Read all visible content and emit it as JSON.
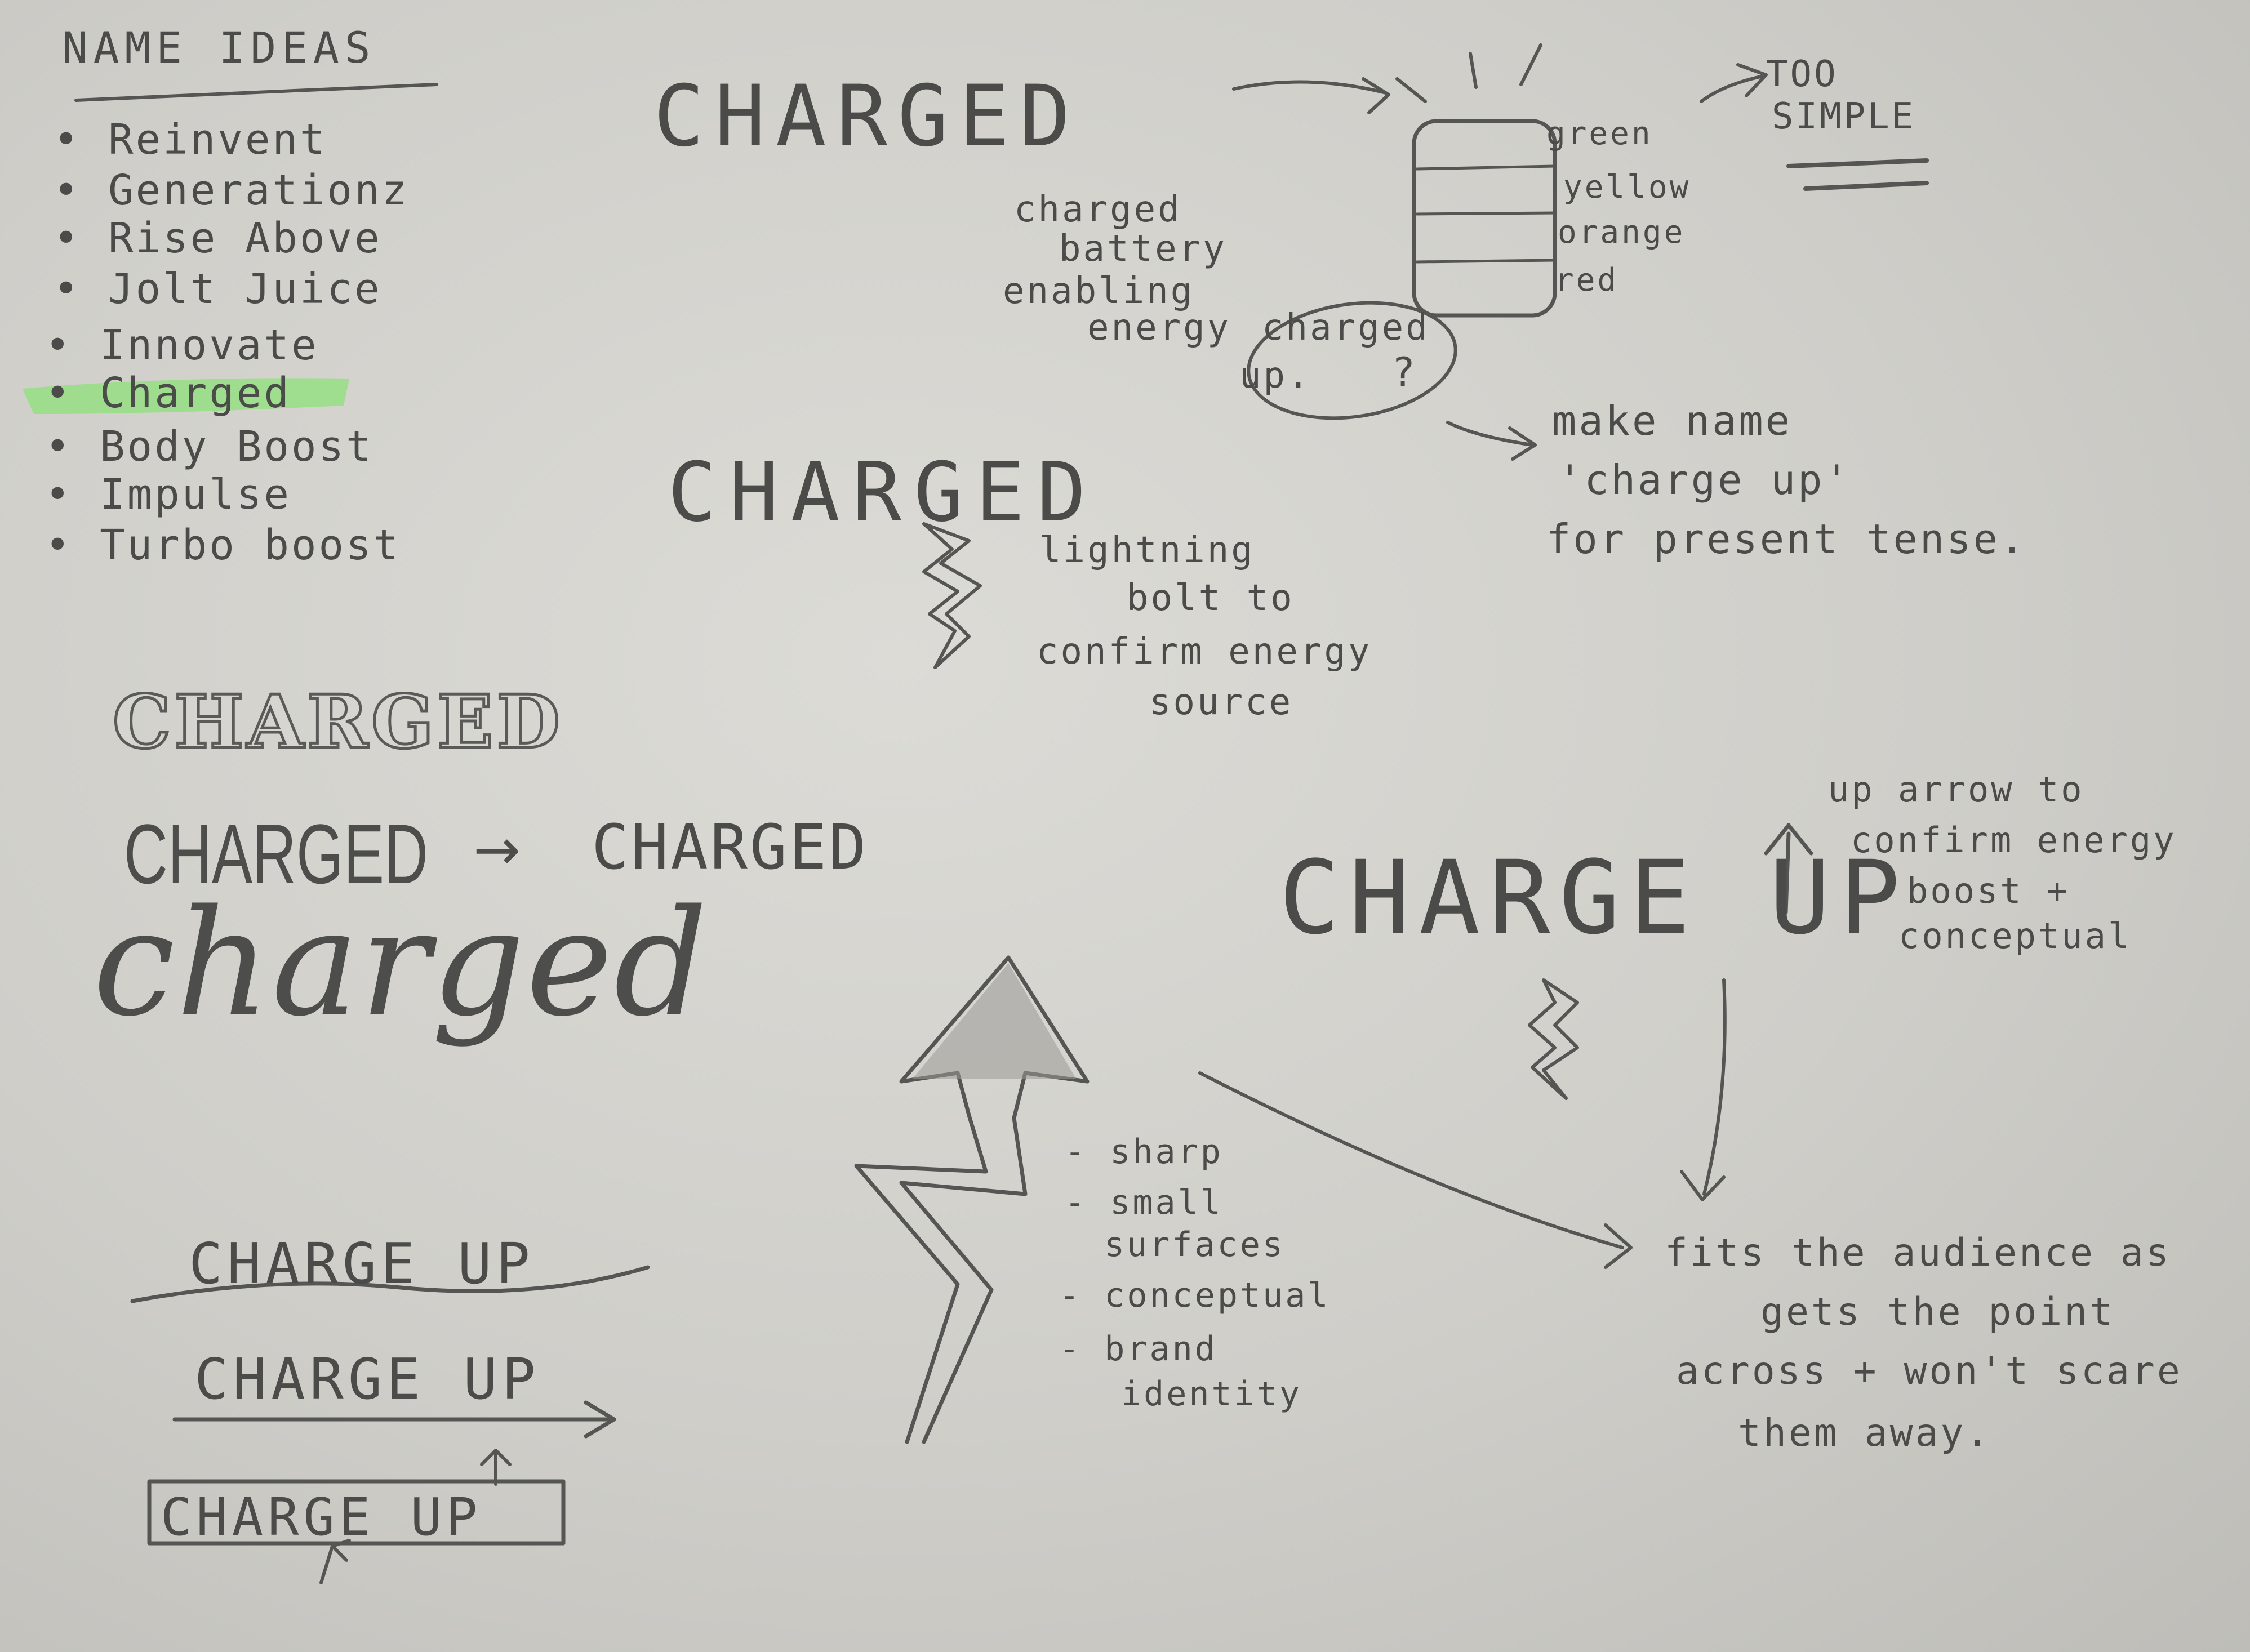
{
  "name_ideas": {
    "heading": "NAME IDEAS",
    "items": [
      "Reinvent",
      "Generationz",
      "Rise Above",
      "Jolt Juice",
      "Innovate",
      "Charged",
      "Body Boost",
      "Impulse",
      "Turbo boost"
    ],
    "highlighted_index": 5,
    "highlight_color": "#8ee07a"
  },
  "top": {
    "charged_1": "CHARGED",
    "battery_note": [
      "charged",
      "battery",
      "enabling",
      "energy"
    ],
    "battery_colors": [
      "green",
      "yellow",
      "orange",
      "red"
    ],
    "too_simple": [
      "TOO",
      "SIMPLE"
    ],
    "circled": [
      "charged",
      "up."
    ],
    "question_mark": "?",
    "make_name_note": [
      "make name",
      "'charge up'",
      "for present tense."
    ]
  },
  "middle": {
    "charged_2": "CHARGED",
    "lightning_note": [
      "lightning",
      "bolt to",
      "confirm energy",
      "source"
    ]
  },
  "variants": {
    "outlined": "CHARGED",
    "plain": "CHARGED",
    "arrow": "→",
    "bouncy": "CHARGED",
    "script": "charged"
  },
  "charge_up_big": {
    "text": "CHARGE UP",
    "note": [
      "up arrow to",
      "confirm energy",
      "boost +",
      "conceptual"
    ]
  },
  "arrow_icon_notes": [
    "- sharp",
    "- small",
    "surfaces",
    "- conceptual",
    "- brand",
    "identity"
  ],
  "conclusion": [
    "fits the audience as",
    "gets the point",
    "across + won't scare",
    "them away."
  ],
  "charge_up_variants": [
    "CHARGE UP",
    "CHARGE UP",
    "CHARGE UP"
  ]
}
